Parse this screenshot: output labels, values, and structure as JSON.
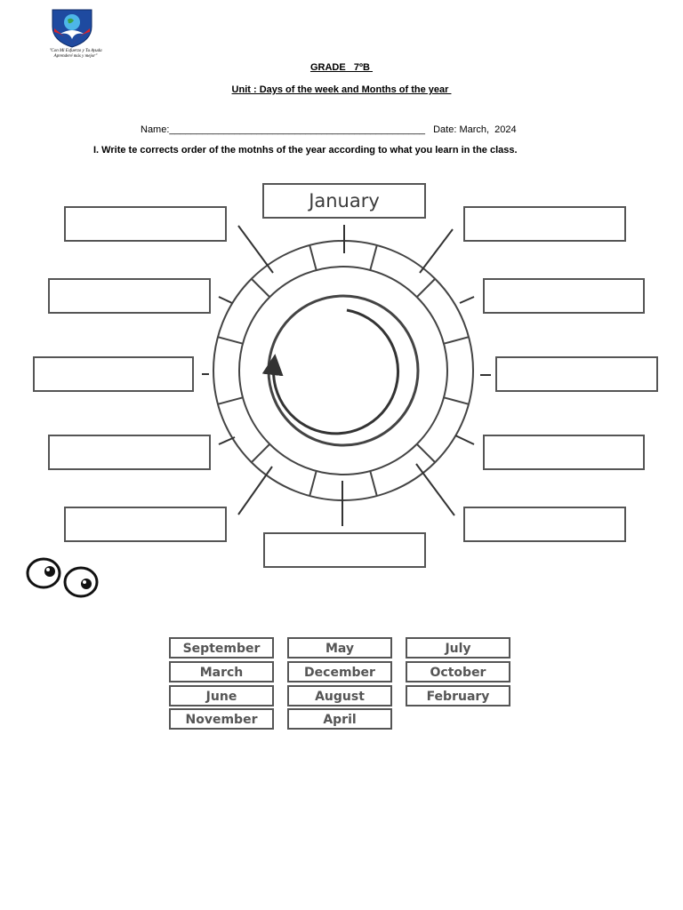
{
  "header": {
    "logo_motto_line1": "\"Con Mi Esfuerzo y Tu Ayuda",
    "logo_motto_line2": "Aprenderé más y mejor\"",
    "grade": "GRADE   7ºB ",
    "unit": "Unit : Days of the week and Months of the year ",
    "name_label": "Name:",
    "name_blank": "_______________________________________________",
    "date_text": "Date: March,  2024"
  },
  "instruction": "I. Write te corrects order of the motnhs of the year according to what you learn in the class.",
  "diagram": {
    "given_month": "January",
    "answer_boxes_empty": 11
  },
  "word_bank": [
    [
      "September",
      "May",
      "July"
    ],
    [
      "March",
      "December",
      "October"
    ],
    [
      "June",
      "August",
      "February"
    ],
    [
      "November",
      "April"
    ]
  ],
  "colors": {
    "box_border": "#555555",
    "logo_blue": "#1e4aa0",
    "logo_red": "#d8232a"
  }
}
